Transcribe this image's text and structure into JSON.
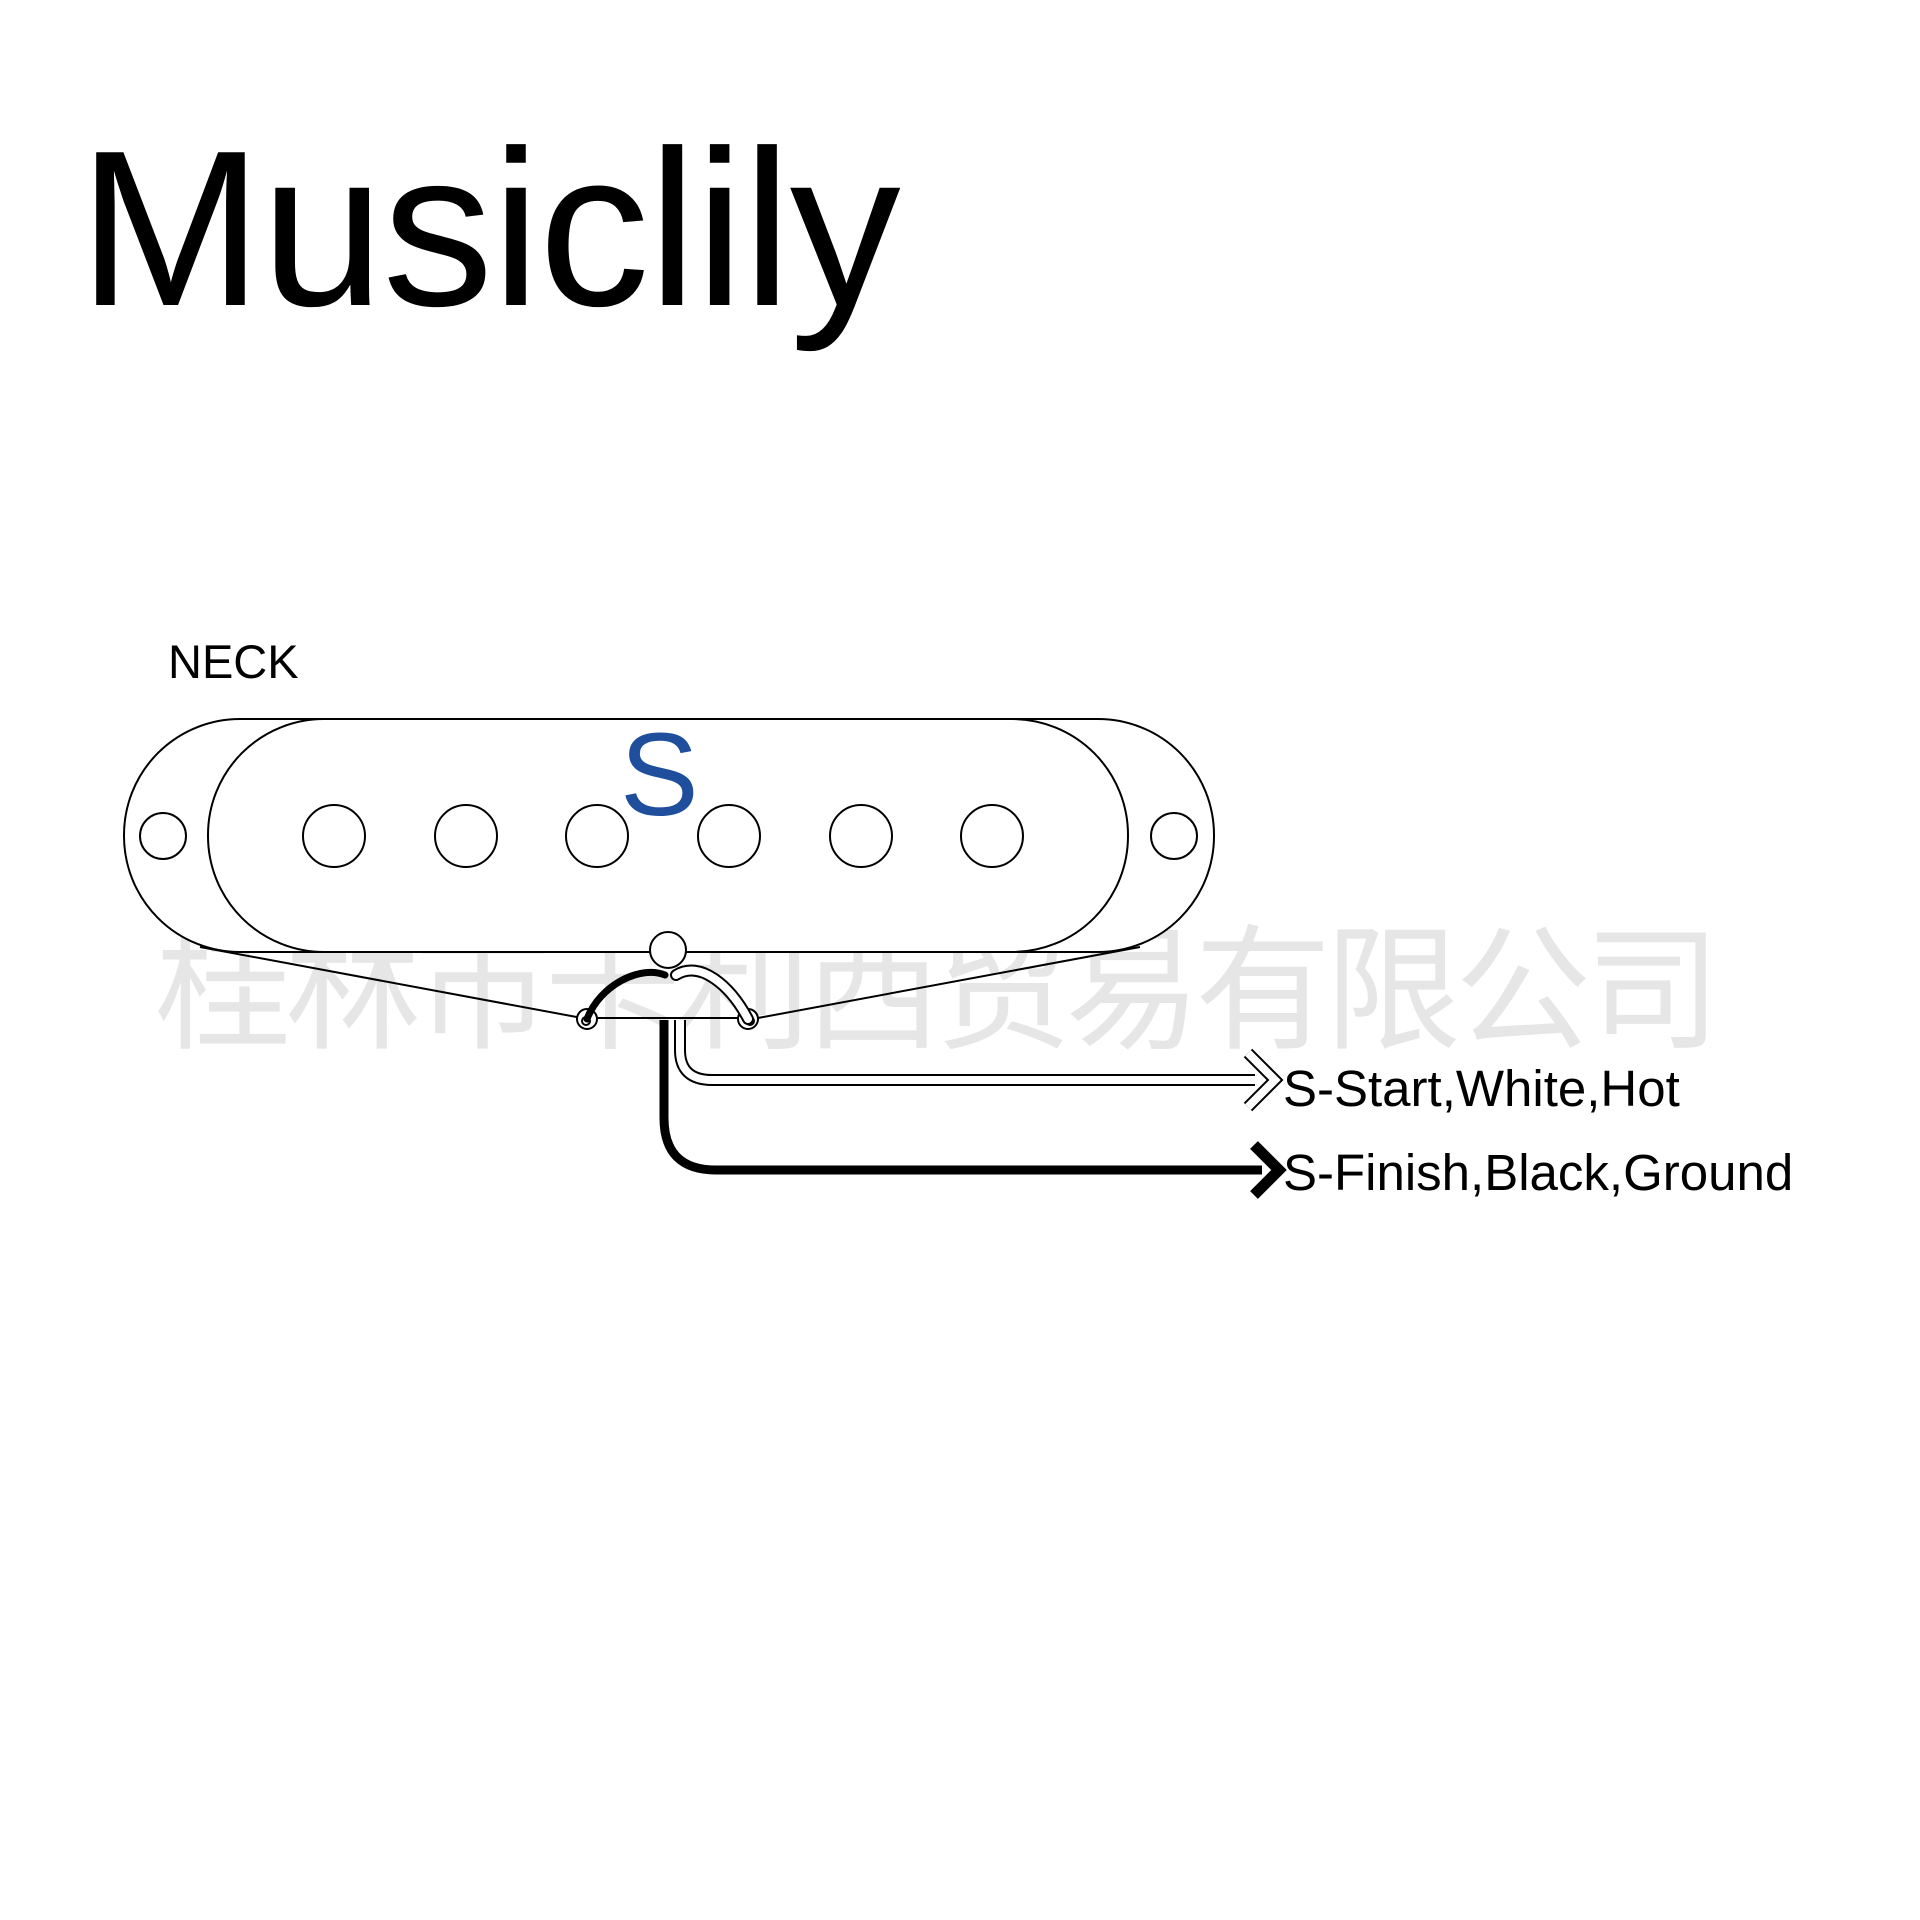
{
  "brand": {
    "name": "Musiclily"
  },
  "pickup": {
    "position_label": "NECK",
    "coil_label": "S",
    "pole_count": 6,
    "mounting_hole_count": 2
  },
  "wires": [
    {
      "label": "S-Start,White,Hot",
      "color": "White",
      "role": "Hot"
    },
    {
      "label": "S-Finish,Black,Ground",
      "color": "Black",
      "role": "Ground"
    }
  ],
  "watermark": {
    "text": "桂林市卡利西贸易有限公司"
  },
  "colors": {
    "coil_label": "#1f4e9c",
    "wire_white": "#ffffff",
    "wire_black": "#000000",
    "watermark": "#e6e6e6"
  }
}
